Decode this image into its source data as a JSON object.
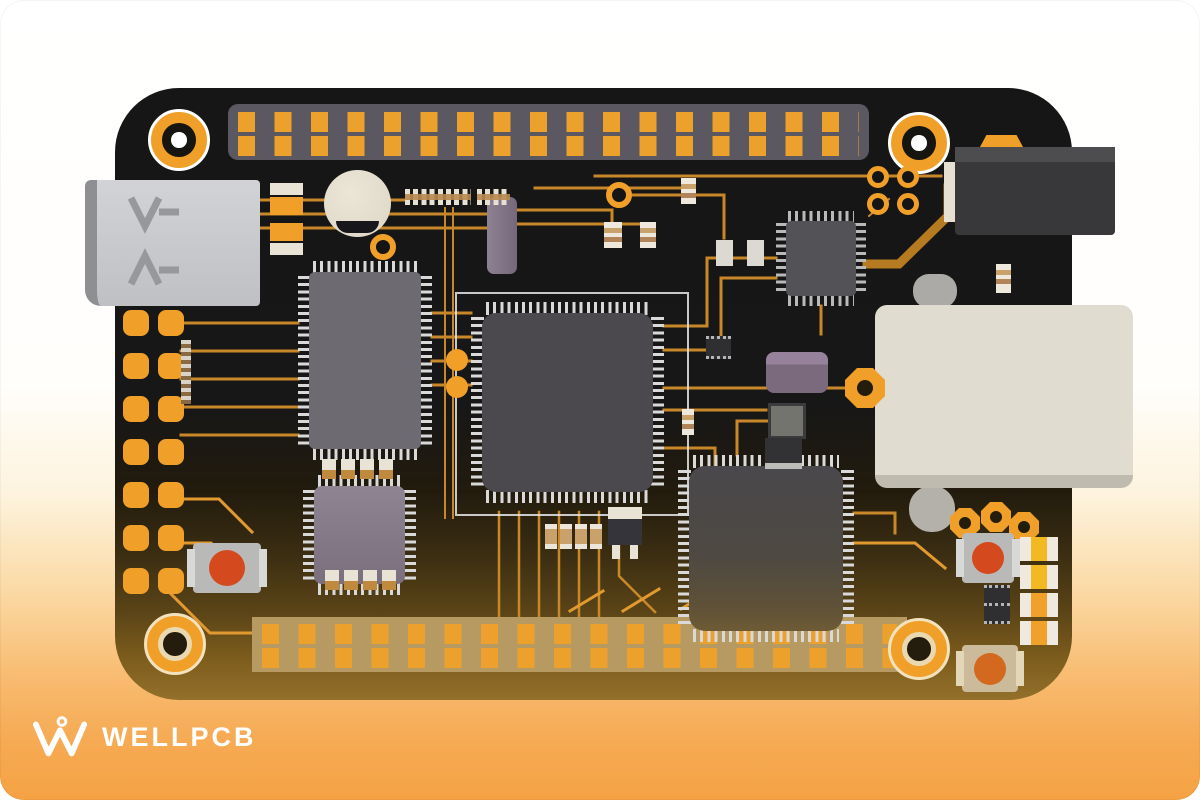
{
  "logo": {
    "text": "WELLPCB",
    "mark": "w-logo-icon"
  },
  "colors": {
    "background_top": "#ffffff",
    "background_bottom": "#f5a244",
    "board_top": "#161616",
    "board_bottom": "#93702a",
    "trace": "#c8882a",
    "trace_bright": "#e29a30",
    "trace_power": "#b67a20",
    "pad": "#eda12d",
    "pad_bright": "#f0a028",
    "header_gray": "#5c5861",
    "header_tan": "#b69a61",
    "chip_dark": "#4b494e",
    "chip_gray": "#6e6a72",
    "chip_io": "#525257",
    "pin_light": "#d9d9d9",
    "pin_gray": "#b9b9b9",
    "cream": "#e0dcd0",
    "silver": "#c7c8cb",
    "jack": "#38383a",
    "button_body": "#b9b9b7",
    "button_red": "#d5491e",
    "button_amber": "#d2691f",
    "led_body": "#efe9e0",
    "led_yellow": "#f2b922",
    "led_amber": "#efa12a",
    "logo_white": "#ffffff"
  },
  "board": {
    "type": "single-board-computer-illustration",
    "components": [
      {
        "name": "pin-header-top",
        "rows": 2,
        "pins_per_row": 17
      },
      {
        "name": "pin-header-bottom",
        "rows": 2,
        "pins_per_row": 17
      },
      {
        "name": "mounting-hole",
        "count": 4
      },
      {
        "name": "usb-a-connector",
        "count": 1
      },
      {
        "name": "dc-barrel-jack",
        "count": 1
      },
      {
        "name": "ethernet-connector",
        "count": 1
      },
      {
        "name": "cpu-qfp-chip",
        "count": 1
      },
      {
        "name": "memory-tsop-chip",
        "count": 1
      },
      {
        "name": "flash-qfp-chip",
        "count": 1
      },
      {
        "name": "network-qfp-chip",
        "count": 1
      },
      {
        "name": "io-qfp-chip",
        "count": 1
      },
      {
        "name": "qfn-chip",
        "count": 1
      },
      {
        "name": "electrolytic-capacitor",
        "count": 1
      },
      {
        "name": "tactile-button",
        "count": 3
      },
      {
        "name": "smd-led",
        "count": 4
      },
      {
        "name": "resistor",
        "count": 5
      },
      {
        "name": "capacitor",
        "count": 10
      },
      {
        "name": "via",
        "count": 9
      }
    ]
  }
}
